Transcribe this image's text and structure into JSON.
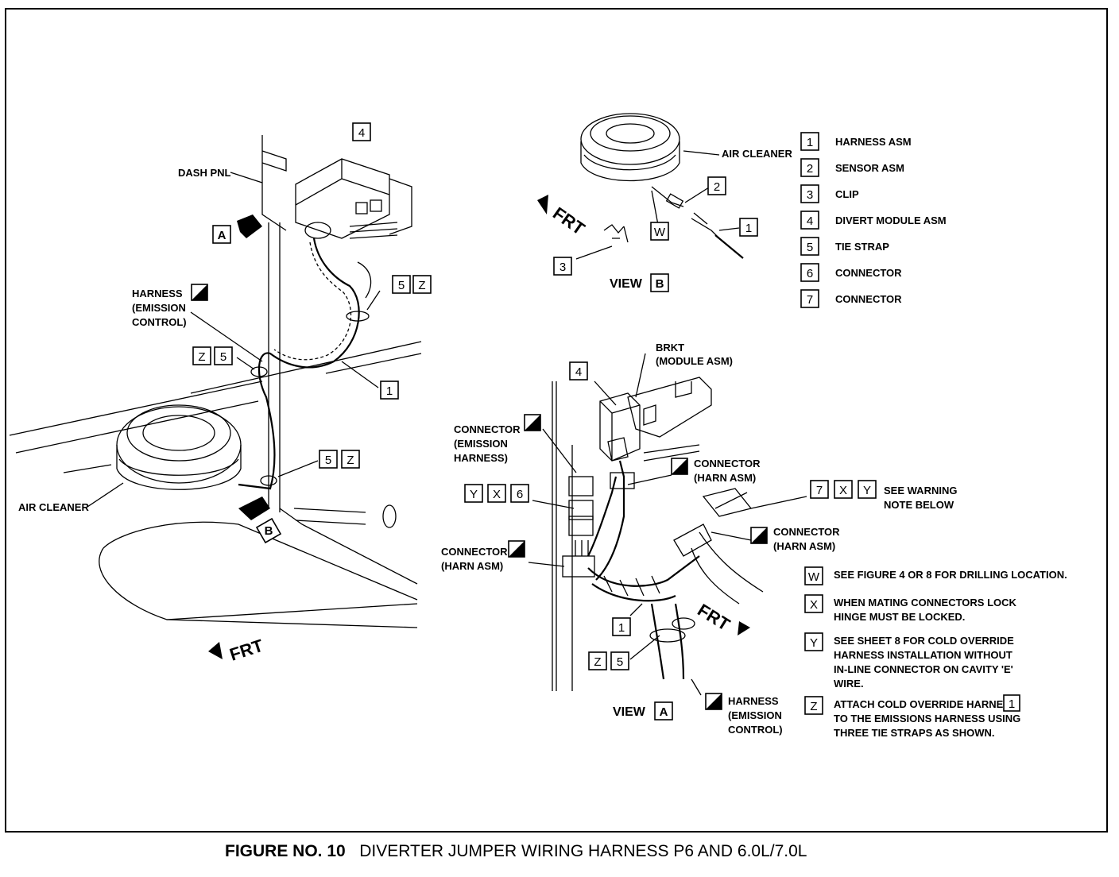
{
  "caption": {
    "figure_no": "FIGURE NO. 10",
    "title": "DIVERTER JUMPER WIRING HARNESS P6 AND 6.0L/7.0L"
  },
  "legend": [
    {
      "key": "1",
      "label": "HARNESS ASM"
    },
    {
      "key": "2",
      "label": "SENSOR ASM"
    },
    {
      "key": "3",
      "label": "CLIP"
    },
    {
      "key": "4",
      "label": "DIVERT MODULE ASM"
    },
    {
      "key": "5",
      "label": "TIE STRAP"
    },
    {
      "key": "6",
      "label": "CONNECTOR"
    },
    {
      "key": "7",
      "label": "CONNECTOR"
    }
  ],
  "notes": [
    {
      "key": "W",
      "lines": [
        "SEE FIGURE 4 OR 8 FOR DRILLING LOCATION."
      ]
    },
    {
      "key": "X",
      "lines": [
        "WHEN MATING CONNECTORS LOCK",
        "HINGE MUST BE LOCKED."
      ]
    },
    {
      "key": "Y",
      "lines": [
        "SEE SHEET 8 FOR COLD OVERRIDE",
        "HARNESS INSTALLATION WITHOUT",
        "IN-LINE CONNECTOR ON CAVITY 'E'",
        "WIRE."
      ]
    },
    {
      "key": "Z",
      "lines": [
        "ATTACH COLD OVERRIDE HARNESS",
        "TO THE EMISSIONS HARNESS USING",
        "THREE TIE STRAPS AS SHOWN."
      ],
      "inline_ref": "1"
    }
  ],
  "main_view": {
    "dash_pnl": "DASH PNL",
    "harness_label": [
      "HARNESS",
      "(EMISSION",
      "CONTROL)"
    ],
    "air_cleaner": "AIR CLEANER",
    "frt": "FRT",
    "callouts": {
      "module": "4",
      "view_a": "A",
      "view_b": "B",
      "strap_top": [
        "5",
        "Z"
      ],
      "strap_mid": [
        "Z",
        "5"
      ],
      "strap_low": [
        "5",
        "Z"
      ],
      "harness": "1"
    }
  },
  "view_b": {
    "title": "VIEW",
    "letter": "B",
    "air_cleaner": "AIR CLEANER",
    "frt": "FRT",
    "callouts": {
      "sensor": "2",
      "harness": "1",
      "clip": "3",
      "drill": "W"
    }
  },
  "view_a": {
    "title": "VIEW",
    "letter": "A",
    "frt": "FRT",
    "brkt": [
      "BRKT",
      "(MODULE ASM)"
    ],
    "conn_emission": [
      "CONNECTOR",
      "(EMISSION",
      "HARNESS)"
    ],
    "conn_harn_upper": [
      "CONNECTOR",
      "(HARN ASM)"
    ],
    "conn_harn_left": [
      "CONNECTOR",
      "(HARN ASM)"
    ],
    "conn_harn_right": [
      "CONNECTOR",
      "(HARN ASM)"
    ],
    "harness_label": [
      "HARNESS",
      "(EMISSION",
      "CONTROL)"
    ],
    "warning": [
      "SEE WARNING",
      "NOTE BELOW"
    ],
    "callouts": {
      "module": "4",
      "conn6": [
        "Y",
        "X",
        "6"
      ],
      "conn7": [
        "7",
        "X",
        "Y"
      ],
      "harness": "1",
      "strap": [
        "Z",
        "5"
      ]
    }
  }
}
